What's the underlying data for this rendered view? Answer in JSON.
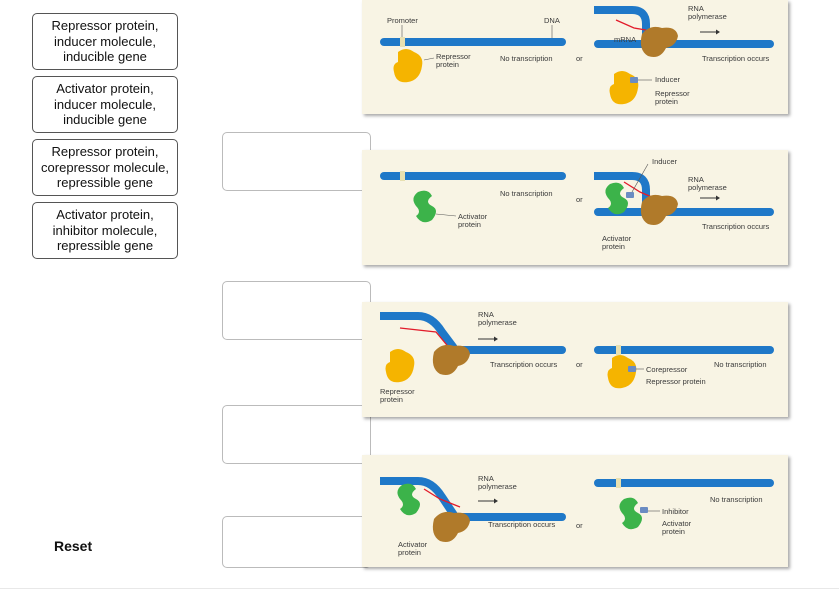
{
  "labels": [
    {
      "line1": "Repressor protein,",
      "line2": "inducer molecule,",
      "line3": "inducible gene"
    },
    {
      "line1": "Activator protein,",
      "line2": "inducer molecule,",
      "line3": "inducible gene"
    },
    {
      "line1": "Repressor protein,",
      "line2": "corepressor molecule,",
      "line3": "repressible gene"
    },
    {
      "line1": "Activator protein,",
      "line2": "inhibitor molecule,",
      "line3": "repressible gene"
    }
  ],
  "reset_label": "Reset",
  "panels": [
    {
      "promoter": "Promoter",
      "dna": "DNA",
      "mrna": "mRNA",
      "rna_pol_1": "RNA",
      "rna_pol_2": "polymerase",
      "protein_1": "Repressor",
      "protein_2": "protein",
      "left_status": "No transcription",
      "or": "or",
      "right_status": "Transcription occurs",
      "molecule": "Inducer",
      "right_protein_1": "Repressor",
      "right_protein_2": "protein"
    },
    {
      "left_status": "No transcription",
      "or": "or",
      "protein_1": "Activator",
      "protein_2": "protein",
      "molecule": "Inducer",
      "rna_pol_1": "RNA",
      "rna_pol_2": "polymerase",
      "right_protein_1": "Activator",
      "right_protein_2": "protein",
      "right_status": "Transcription occurs"
    },
    {
      "rna_pol_1": "RNA",
      "rna_pol_2": "polymerase",
      "left_status": "Transcription occurs",
      "or": "or",
      "protein_1": "Repressor",
      "protein_2": "protein",
      "molecule": "Corepressor",
      "right_protein": "Repressor protein",
      "right_status": "No transcription"
    },
    {
      "rna_pol_1": "RNA",
      "rna_pol_2": "polymerase",
      "left_status": "Transcription occurs",
      "or": "or",
      "protein_1": "Activator",
      "protein_2": "protein",
      "right_status": "No transcription",
      "molecule": "Inhibitor",
      "right_protein_1": "Activator",
      "right_protein_2": "protein"
    }
  ],
  "colors": {
    "dna": "#1f78c8",
    "repressor": "#f5b400",
    "activator": "#3cb34a",
    "polymerase": "#b07a2a",
    "mrna": "#e21b2a",
    "molecule": "#6b8cc2",
    "panel_bg": "#f8f4e4"
  }
}
